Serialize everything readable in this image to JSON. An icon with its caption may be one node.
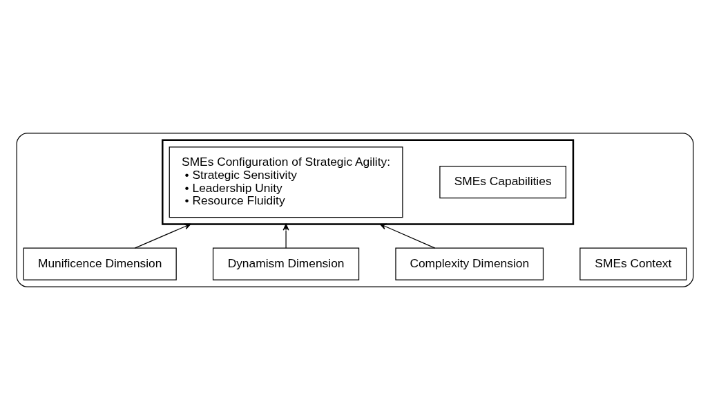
{
  "diagram": {
    "nodes": [
      {
        "text": [],
        "shape": "ellipse"
      },
      {
        "text": [
          "SMEs Context"
        ],
        "in": 0
      },
      {
        "text": [],
        "shape": "box",
        "in": 0
      },
      {
        "text": [
          "SMEs Capabilities"
        ],
        "in": 2
      },
      {
        "text": [
          "SMEs Configuration of Strategic Agility:",
          "• Strategic Sensitivity",
          "• Leadership Unity",
          "• Resource Fluidity"
        ],
        "in": 2
      },
      {
        "text": [
          "Complexity Dimension"
        ],
        "in": 0
      },
      {
        "text": [
          "Dynamism Dimension"
        ],
        "in": 0
      },
      {
        "text": [
          "Munificence Dimension"
        ],
        "in": 0
      }
    ],
    "edges": [
      {
        "from": 5,
        "to": 2,
        "arrow": "to"
      },
      {
        "from": 6,
        "to": 2,
        "arrow": "to"
      },
      {
        "from": 7,
        "to": 2,
        "arrow": "to"
      }
    ]
  }
}
